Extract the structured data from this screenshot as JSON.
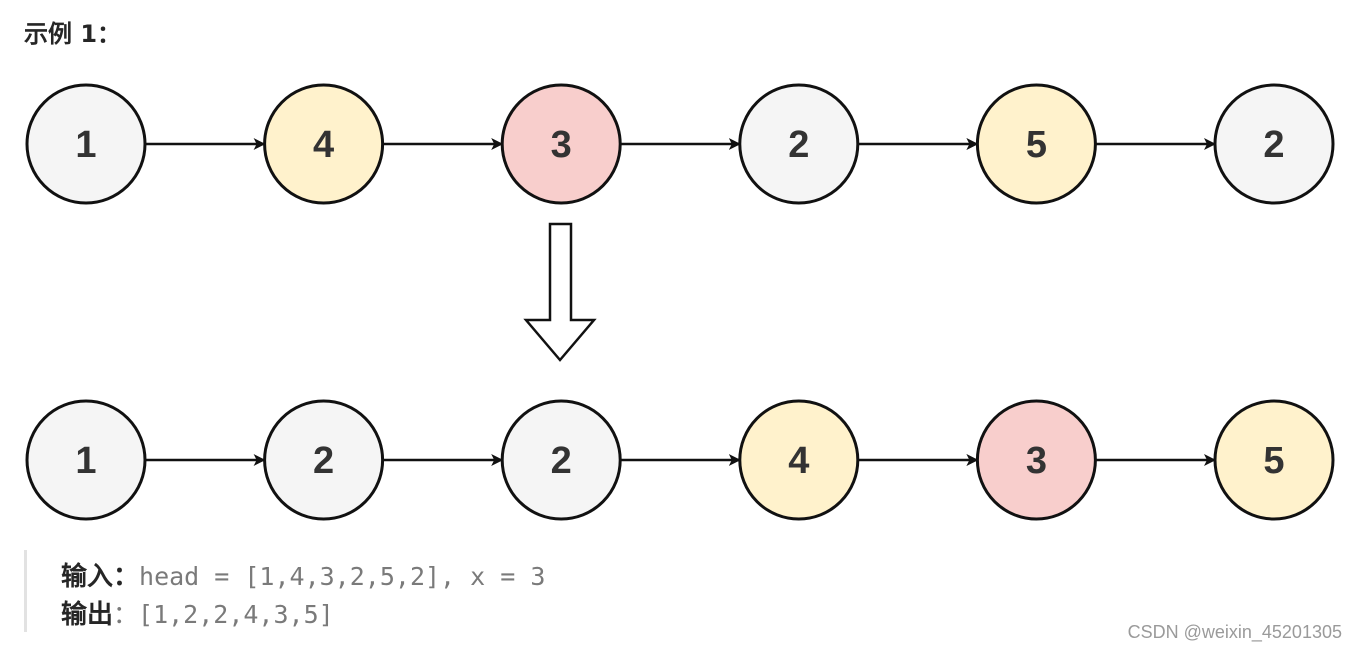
{
  "heading": "示例 1：",
  "colors": {
    "gray": "#f5f5f5",
    "yellow": "#fff2cc",
    "red": "#f8cecc",
    "stroke": "#111111",
    "label": "#333333"
  },
  "before_list": {
    "nodes": [
      {
        "label": "1",
        "color": "gray"
      },
      {
        "label": "4",
        "color": "yellow"
      },
      {
        "label": "3",
        "color": "red"
      },
      {
        "label": "2",
        "color": "gray"
      },
      {
        "label": "5",
        "color": "yellow"
      },
      {
        "label": "2",
        "color": "gray"
      }
    ]
  },
  "after_list": {
    "nodes": [
      {
        "label": "1",
        "color": "gray"
      },
      {
        "label": "2",
        "color": "gray"
      },
      {
        "label": "2",
        "color": "gray"
      },
      {
        "label": "4",
        "color": "yellow"
      },
      {
        "label": "3",
        "color": "red"
      },
      {
        "label": "5",
        "color": "yellow"
      }
    ]
  },
  "io": {
    "input_key": "输入：",
    "input_value": "head = [1,4,3,2,5,2], x = 3",
    "output_key": "输出",
    "output_value": "：[1,2,2,4,3,5]"
  },
  "watermark": "CSDN @weixin_45201305"
}
